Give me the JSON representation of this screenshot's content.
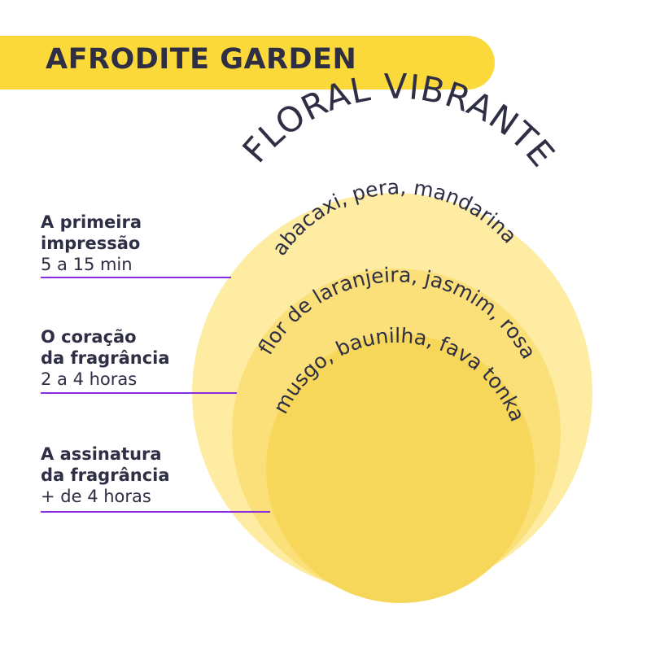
{
  "title": "AFRODITE GARDEN",
  "family": "FLORAL VIBRANTE",
  "notes": {
    "top": "abacaxi, pera, mandarina",
    "heart": "flor de laranjeira, jasmim, rosa",
    "base": "musgo, baunilha, fava tonka"
  },
  "stages": [
    {
      "title_line1": "A primeira",
      "title_line2": "impressão",
      "duration": "5 a 15 min"
    },
    {
      "title_line1": "O coração",
      "title_line2": "da fragrância",
      "duration": "2 a 4 horas"
    },
    {
      "title_line1": "A assinatura",
      "title_line2": "da fragrância",
      "duration": "+ de 4 horas"
    }
  ],
  "colors": {
    "banner": "#fcd93a",
    "text": "#2e2e45",
    "line": "#8a2be2",
    "circle_outer": "#fdeca2",
    "circle_middle": "#fbe07a",
    "circle_inner": "#f7d75a"
  }
}
